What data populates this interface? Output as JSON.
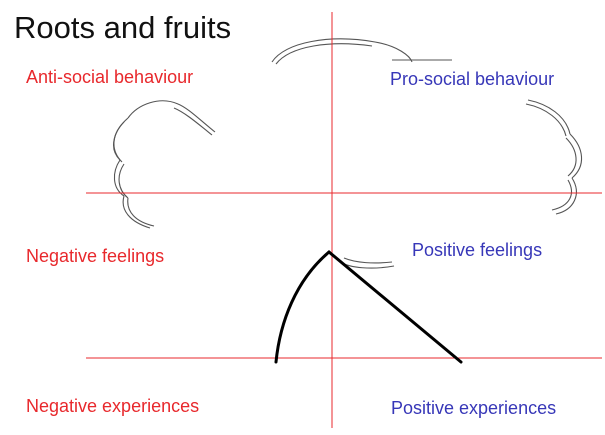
{
  "title": "Roots and fruits",
  "quadrants": {
    "anti_social_behaviour": "Anti-social behaviour",
    "pro_social_behaviour": "Pro-social behaviour",
    "negative_feelings": "Negative feelings",
    "positive_feelings": "Positive feelings",
    "negative_experiences": "Negative experiences",
    "positive_experiences": "Positive experiences"
  },
  "colors": {
    "negative": "#e8282c",
    "positive": "#3737b8",
    "axis": "#e8282c",
    "canopy": "#555555",
    "trunk": "#000000",
    "title": "#111111"
  }
}
